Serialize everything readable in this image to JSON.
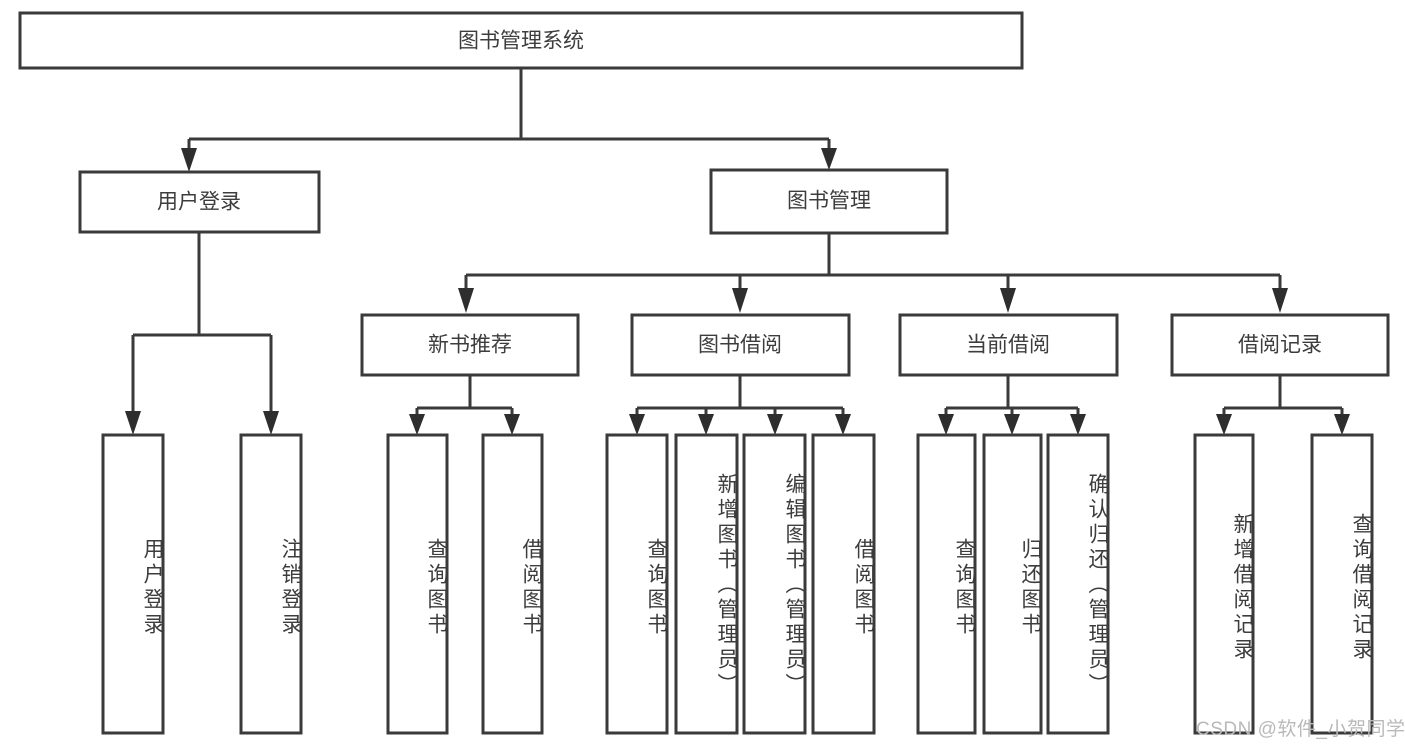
{
  "diagram": {
    "title": "图书管理系统",
    "watermark": "CSDN @软件_小贺同学",
    "type": "tree-hierarchy-diagram",
    "colors": {
      "stroke": "#3a3a3a",
      "fill": "#ffffff",
      "text": "#3d3d3d",
      "watermark": "#b9b9b9"
    },
    "levels": {
      "root": "图书管理系统",
      "level1": [
        "用户登录",
        "图书管理"
      ],
      "level2": [
        "新书推荐",
        "图书借阅",
        "当前借阅",
        "借阅记录"
      ]
    },
    "nodes": {
      "root": {
        "label": "图书管理系统"
      },
      "user_login": {
        "label": "用户登录"
      },
      "book_manage": {
        "label": "图书管理"
      },
      "new_book_rec": {
        "label": "新书推荐"
      },
      "book_borrow": {
        "label": "图书借阅"
      },
      "current_borrow": {
        "label": "当前借阅"
      },
      "borrow_record": {
        "label": "借阅记录"
      }
    },
    "leaves": [
      {
        "id": "leaf-user-login",
        "label": "用户登录",
        "parent": "用户登录"
      },
      {
        "id": "leaf-logout-login",
        "label": "注销登录",
        "parent": "用户登录"
      },
      {
        "id": "leaf-query-book-1",
        "label": "查询图书",
        "parent": "新书推荐"
      },
      {
        "id": "leaf-borrow-book-1",
        "label": "借阅图书",
        "parent": "新书推荐"
      },
      {
        "id": "leaf-query-book-2",
        "label": "查询图书",
        "parent": "图书借阅"
      },
      {
        "id": "leaf-add-book",
        "label": "新增图书（管理员）",
        "parent": "图书借阅"
      },
      {
        "id": "leaf-edit-book",
        "label": "编辑图书（管理员）",
        "parent": "图书借阅"
      },
      {
        "id": "leaf-borrow-book-2",
        "label": "借阅图书",
        "parent": "图书借阅"
      },
      {
        "id": "leaf-query-book-3",
        "label": "查询图书",
        "parent": "当前借阅"
      },
      {
        "id": "leaf-return-book",
        "label": "归还图书",
        "parent": "当前借阅"
      },
      {
        "id": "leaf-confirm-return",
        "label": "确认归还（管理员）",
        "parent": "当前借阅"
      },
      {
        "id": "leaf-add-record",
        "label": "新增借阅记录",
        "parent": "借阅记录"
      },
      {
        "id": "leaf-query-record",
        "label": "查询借阅记录",
        "parent": "借阅记录"
      }
    ]
  }
}
